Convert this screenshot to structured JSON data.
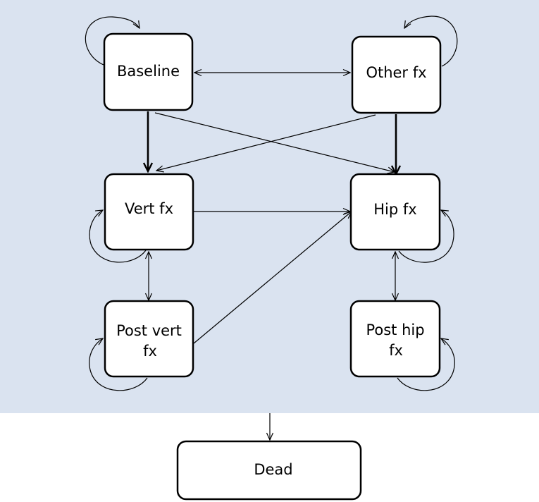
{
  "diagram": {
    "background_color": "#dae3f0",
    "nodes": {
      "baseline": "Baseline",
      "other_fx": "Other fx",
      "vert_fx": "Vert fx",
      "hip_fx": "Hip fx",
      "post_vert_fx": [
        "Post vert",
        "fx"
      ],
      "post_hip_fx": [
        "Post hip",
        "fx"
      ],
      "dead": "Dead"
    },
    "edges": [
      {
        "from": "baseline",
        "to": "other_fx",
        "direction": "both"
      },
      {
        "from": "baseline",
        "to": "vert_fx",
        "direction": "forward",
        "emphasis": "bold"
      },
      {
        "from": "baseline",
        "to": "hip_fx",
        "direction": "forward"
      },
      {
        "from": "other_fx",
        "to": "vert_fx",
        "direction": "forward"
      },
      {
        "from": "other_fx",
        "to": "hip_fx",
        "direction": "forward",
        "emphasis": "bold"
      },
      {
        "from": "vert_fx",
        "to": "hip_fx",
        "direction": "forward"
      },
      {
        "from": "vert_fx",
        "to": "post_vert_fx",
        "direction": "both"
      },
      {
        "from": "post_vert_fx",
        "to": "hip_fx",
        "direction": "forward"
      },
      {
        "from": "hip_fx",
        "to": "post_hip_fx",
        "direction": "both"
      },
      {
        "from": "all_states",
        "to": "dead",
        "direction": "forward"
      }
    ],
    "self_loops": [
      "baseline",
      "other_fx",
      "vert_fx",
      "hip_fx",
      "post_vert_fx",
      "post_hip_fx"
    ]
  }
}
